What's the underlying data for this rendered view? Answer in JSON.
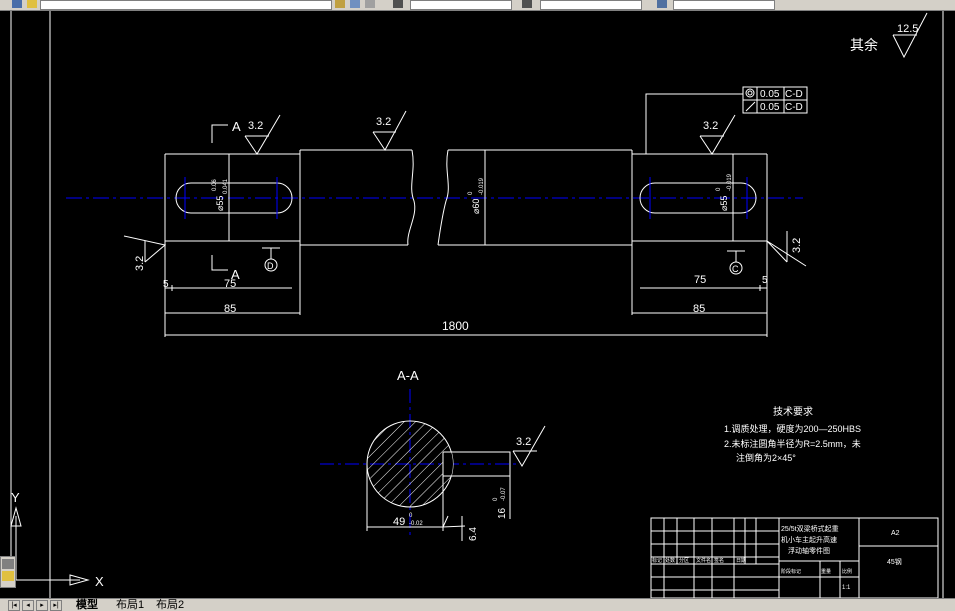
{
  "toolbar": {
    "layer_value": "",
    "style1_value": "",
    "style2_value": "",
    "style3_value": ""
  },
  "drawing": {
    "remaining_finish_label": "其余",
    "remaining_finish_value": "12.5",
    "section_mark_top": "A",
    "section_mark_bottom": "A",
    "section_title": "A-A",
    "roughness_left_keyway": "3.2",
    "roughness_middle": "3.2",
    "roughness_right_keyway": "3.2",
    "roughness_left_end": "3.2",
    "roughness_right_end": "3.2",
    "roughness_section": "3.2",
    "roughness_section_bottom": "6.4",
    "datum_d": "D",
    "datum_c": "C",
    "tolerance_1": "0.05",
    "tolerance_1_ref": "C-D",
    "tolerance_2": "0.05",
    "tolerance_2_ref": "C-D",
    "dia_left": "⌀55",
    "dia_left_tol_top": "0.06",
    "dia_left_tol_bottom": "0.041",
    "dia_middle": "⌀60",
    "dia_middle_tol_top": "0",
    "dia_middle_tol_bottom": "-0.019",
    "dia_right": "⌀55",
    "dia_right_tol_top": "0",
    "dia_right_tol_bottom": "-0.019",
    "dim_left_75": "75",
    "dim_left_5": "5",
    "dim_left_85": "85",
    "dim_right_75": "75",
    "dim_right_5": "5",
    "dim_right_85": "85",
    "dim_total": "1800",
    "dim_section_49": "49",
    "dim_section_49_tol_top": "0",
    "dim_section_49_tol_bottom": "-0.02",
    "dim_section_16": "16",
    "dim_section_16_tol_top": "0",
    "dim_section_16_tol_bottom": "-0.07",
    "tech_title": "技术要求",
    "tech_1": "1.调质处理，硬度为200—250HBS",
    "tech_2a": "2.未标注圆角半径为R=2.5mm，未",
    "tech_2b": "注倒角为2×45°",
    "title_block_name_1": "25/5t双梁桥式起重",
    "title_block_name_2": "机小车主起升高速",
    "title_block_name_3": "浮动轴零件图",
    "title_block_size": "A2",
    "title_block_material": "45钢",
    "title_block_scale": "1:1",
    "title_block_headers": [
      "标记",
      "处数",
      "分区",
      "文件名",
      "签名",
      "日期"
    ],
    "title_block_stage": "阶段标记",
    "title_block_weight": "重量",
    "title_block_ratio": "比例",
    "axis_y": "Y",
    "axis_x": "X"
  },
  "tabs": {
    "model": "模型",
    "layout1": "布局1",
    "layout2": "布局2"
  },
  "colors": {
    "canvas_bg": "#000000",
    "line": "#ffffff",
    "center_line": "#0000ff"
  }
}
